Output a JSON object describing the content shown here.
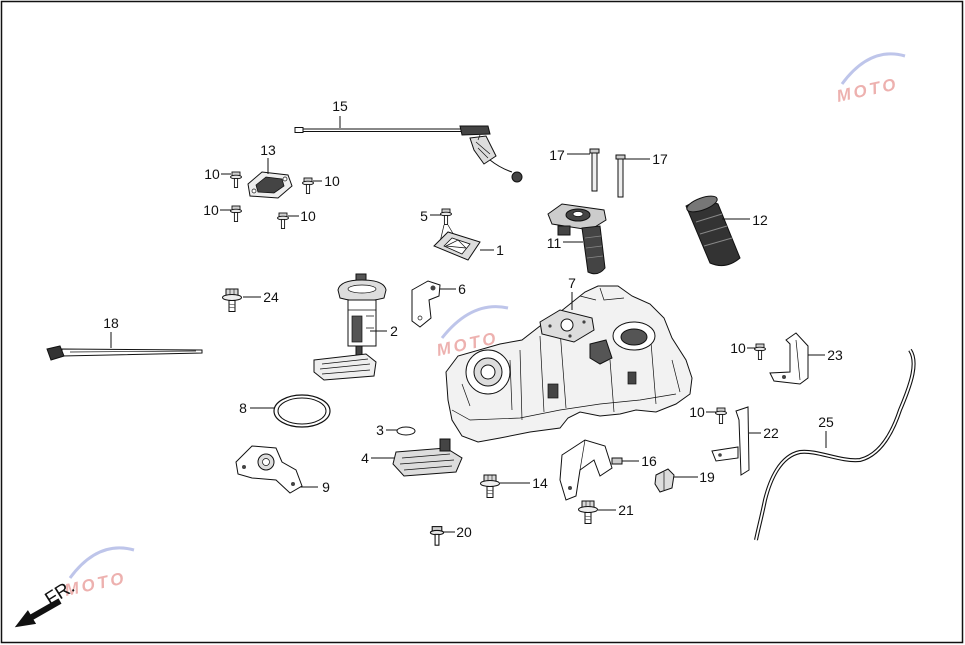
{
  "diagram": {
    "callouts": [
      "15",
      "13",
      "10",
      "10",
      "10",
      "10",
      "17",
      "17",
      "12",
      "5",
      "1",
      "11",
      "6",
      "7",
      "24",
      "2",
      "18",
      "23",
      "10",
      "8",
      "10",
      "25",
      "22",
      "3",
      "4",
      "16",
      "14",
      "19",
      "9",
      "21",
      "20"
    ],
    "direction_label": "FR.",
    "watermark_text": "MOTO"
  },
  "colors": {
    "line": "#111111",
    "background": "#ffffff",
    "part_fill_light": "#eeeeee",
    "part_fill_dark": "#444444",
    "watermark_red": "#d9534f",
    "watermark_blue": "#6f7fd0"
  },
  "icons": {
    "direction": "front-direction-arrow-icon",
    "watermark": "moto-logo-icon"
  }
}
